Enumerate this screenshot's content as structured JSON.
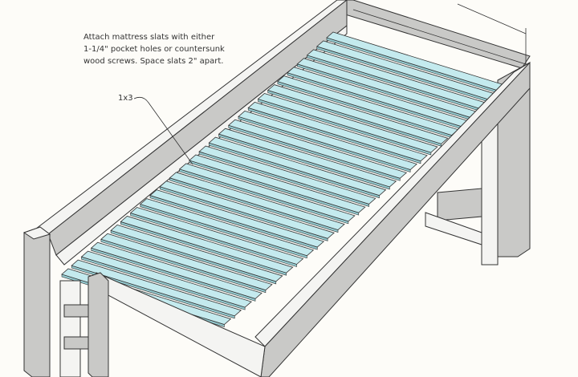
{
  "annotation": {
    "lines": [
      "Attach mattress slats with either",
      "1-1/4\" pocket holes or countersunk",
      "wood screws. Space slats 2\" apart."
    ],
    "slat_label": "1x3"
  },
  "colors": {
    "background": "#fdfcf8",
    "slat_top": "#c4eaee",
    "slat_side": "#93c9cf",
    "rail_top": "#f4f4f2",
    "rail_side": "#c9c9c7",
    "outline": "#333333"
  },
  "slat_count": 28
}
